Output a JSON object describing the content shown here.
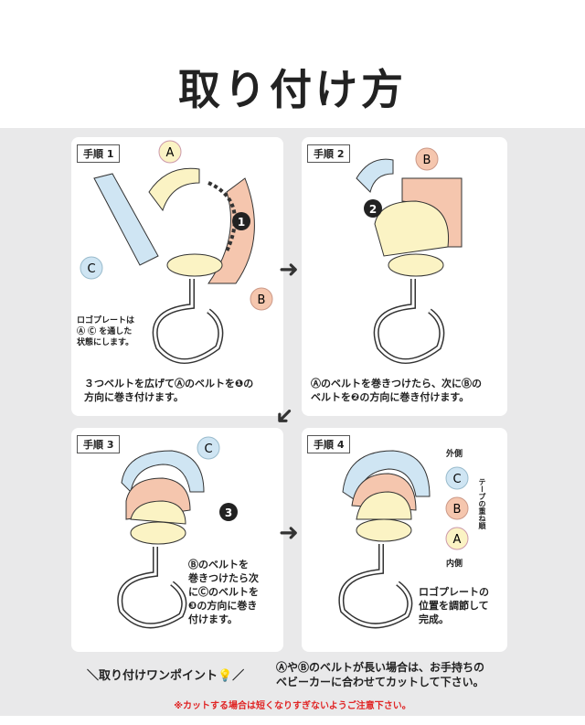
{
  "title": "取り付け方",
  "colors": {
    "belt_a": "#fbf3c4",
    "belt_b": "#f5c6ae",
    "belt_c": "#cfe5f3",
    "warning": "#e02424"
  },
  "labels": {
    "a": "A",
    "b": "B",
    "c": "C"
  },
  "steps": [
    {
      "label": "手順 1",
      "note": "ロゴプレートは",
      "note2": "Ⓐ Ⓒ を通した",
      "note3": "状態にします。",
      "line1": "３つベルトを広げてⒶのベルトを❶の",
      "line2": "方向に巻き付けます。",
      "num": "1"
    },
    {
      "label": "手順 2",
      "line1": "Ⓐのベルトを巻きつけたら、次にⒷの",
      "line2": "ベルトを❷の方向に巻き付けます。",
      "num": "2"
    },
    {
      "label": "手順 3",
      "line1": "Ⓑのベルトを",
      "line2": "巻きつけたら次",
      "line3": "にⒸのベルトを",
      "line4": "❸の方向に巻き",
      "line5": "付けます。",
      "num": "3"
    },
    {
      "label": "手順 4",
      "outer": "外側",
      "inner": "内側",
      "order": "テープの重ね順",
      "line1": "ロゴプレートの",
      "line2": "位置を調節して",
      "line3": "完成。"
    }
  ],
  "tip": {
    "heading": "＼取り付けワンポイント💡／",
    "line1": "ⒶやⒷのベルトが長い場合は、お手持ちの",
    "line2": "ベビーカーに合わせてカットして下さい。",
    "warning": "※カットする場合は短くなりすぎないようご注意下さい。"
  }
}
